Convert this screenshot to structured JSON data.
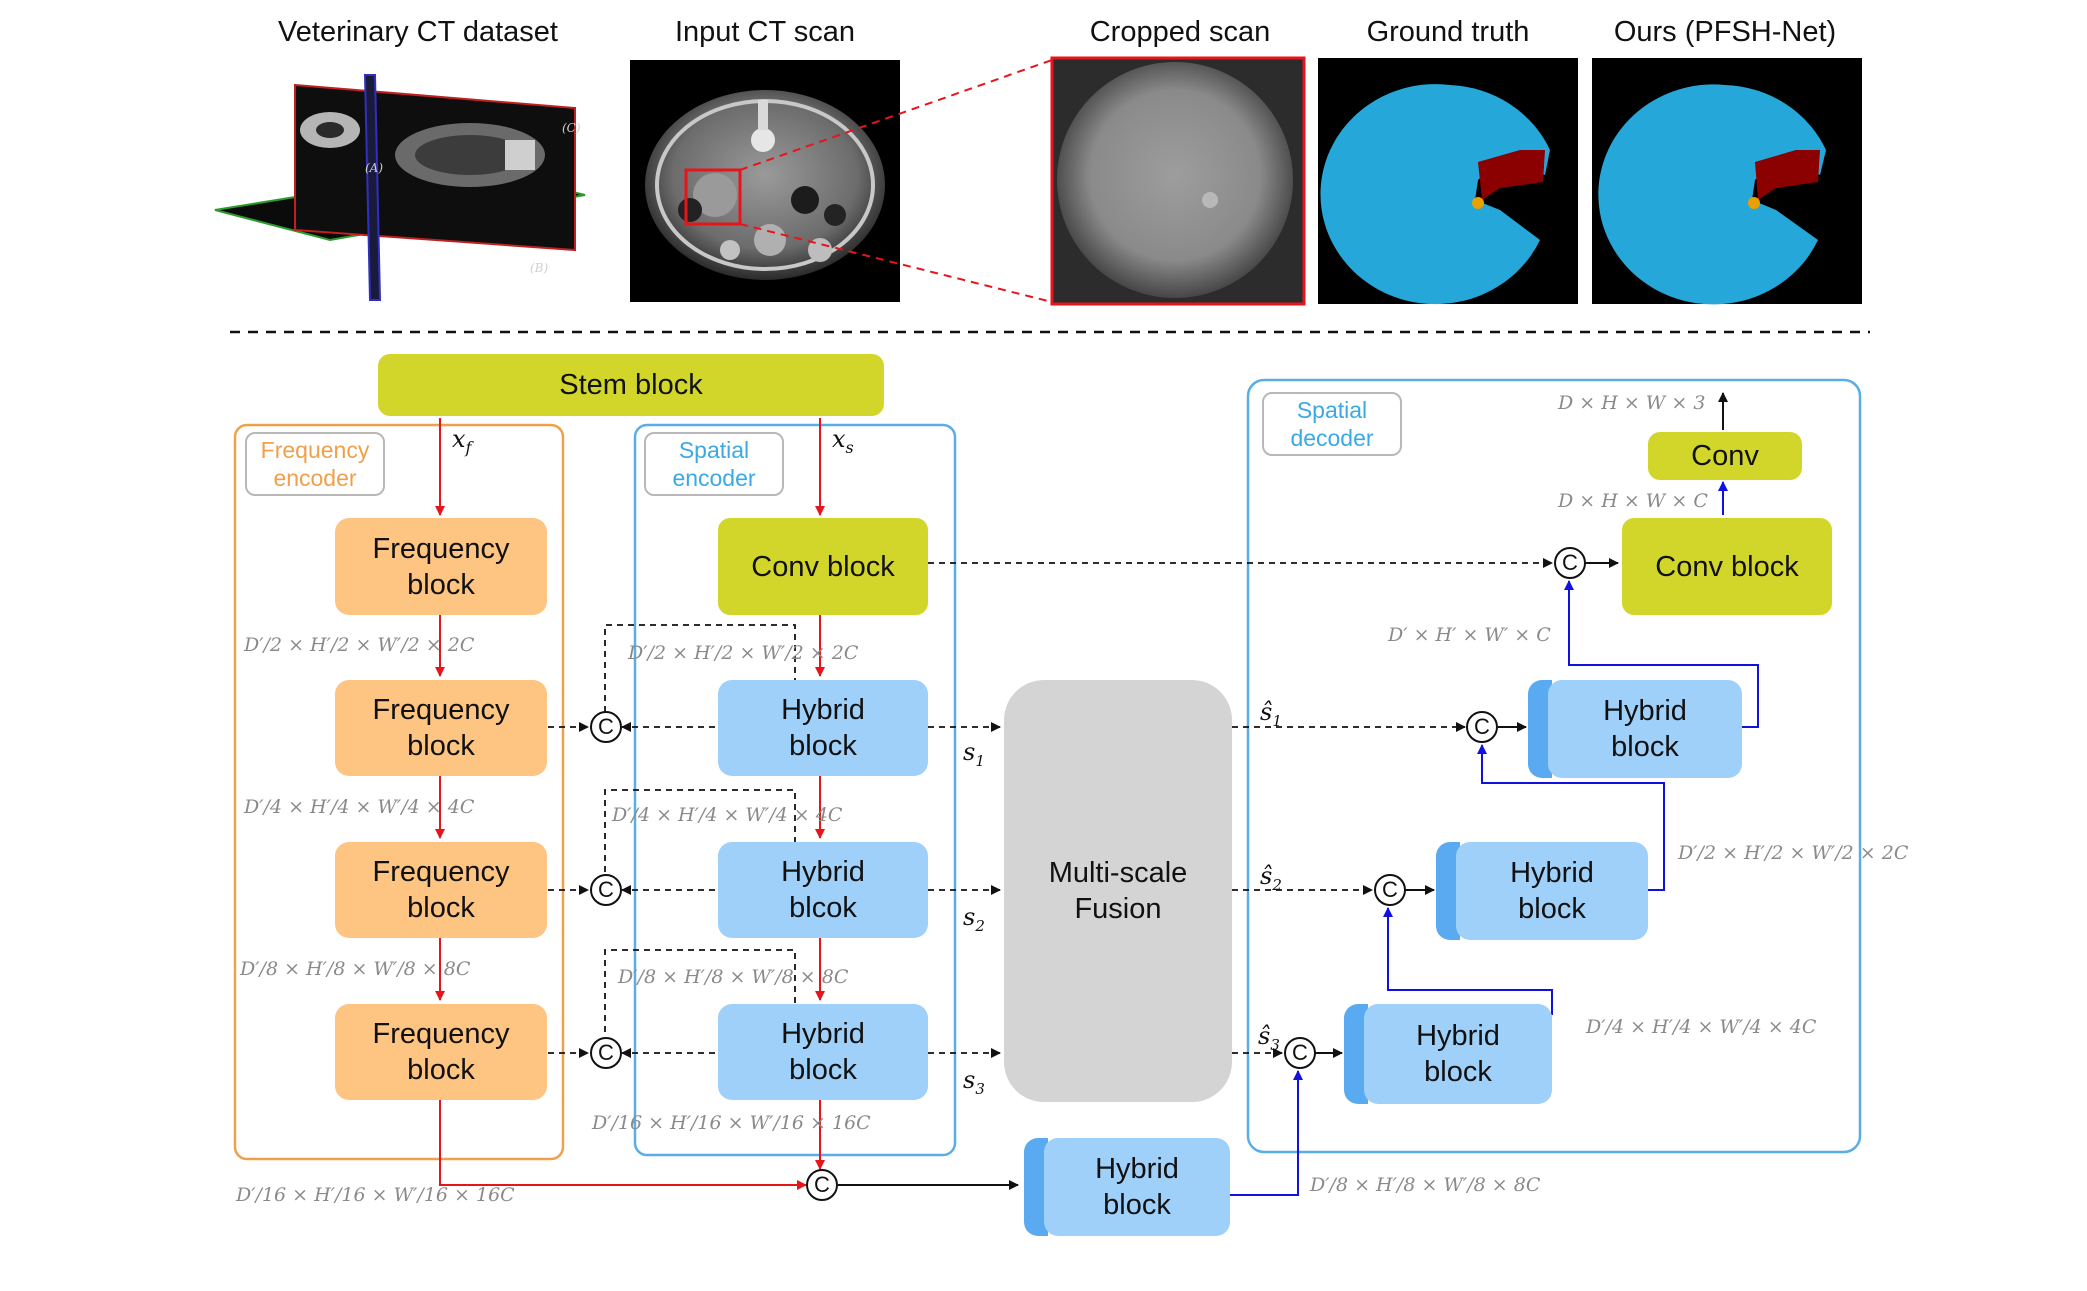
{
  "titles": {
    "dataset": "Veterinary CT dataset",
    "input": "Input CT scan",
    "cropped": "Cropped scan",
    "ground_truth": "Ground truth",
    "ours": "Ours (PFSH-Net)"
  },
  "plane_labels": {
    "a": "(A)",
    "b": "(B)",
    "c": "(C)"
  },
  "blocks": {
    "stem": "Stem block",
    "freq1": "Frequency\nblock",
    "freq2": "Frequency\nblock",
    "freq3": "Frequency\nblock",
    "freq4": "Frequency\nblock",
    "conv_enc": "Conv block",
    "hyb_enc1": "Hybrid\nblock",
    "hyb_enc2": "Hybrid\nblcok",
    "hyb_enc3": "Hybrid\nblock",
    "fusion": "Multi-scale\nFusion",
    "hyb_bottom": "Hybrid\nblock",
    "hyb_dec1": "Hybrid\nblock",
    "hyb_dec2": "Hybrid\nblock",
    "hyb_dec3": "Hybrid\nblock",
    "conv_dec": "Conv block",
    "conv_out": "Conv"
  },
  "tags": {
    "frequency_encoder": "Frequency\nencoder",
    "spatial_encoder": "Spatial\nencoder",
    "spatial_decoder": "Spatial\ndecoder"
  },
  "variables": {
    "xf": "x_f",
    "xs": "x_s",
    "s1": "s_1",
    "s2": "s_2",
    "s3": "s_3",
    "s1hat": "ŝ_1",
    "s2hat": "ŝ_2",
    "s3hat": "ŝ_3"
  },
  "concat_symbol": "C",
  "dims": {
    "d2": "D′/2 × H′/2 × W′/2 × 2C",
    "d4": "D′/4 × H′/4 × W′/4 × 4C",
    "d8": "D′/8 × H′/8 × W′/8 × 8C",
    "d16": "D′/16 × H′/16 × W′/16 × 16C",
    "full_c": "D × H × W × C",
    "full_3": "D × H × W × 3",
    "prime_c": "D′ × H′ × W′ × C"
  },
  "colors": {
    "orange_block": "#fdc482",
    "lime_block": "#d3d62a",
    "blue_block": "#9ed0fa",
    "gray_block": "#d4d4d4",
    "frequency_border": "#f0a04b",
    "spatial_border": "#5aaee8",
    "red_arrow": "#e8141b",
    "blue_arrow": "#1010e0",
    "seg_cyan": "#26a7d9",
    "seg_red": "#8b0000",
    "seg_yellow": "#e8a100"
  }
}
